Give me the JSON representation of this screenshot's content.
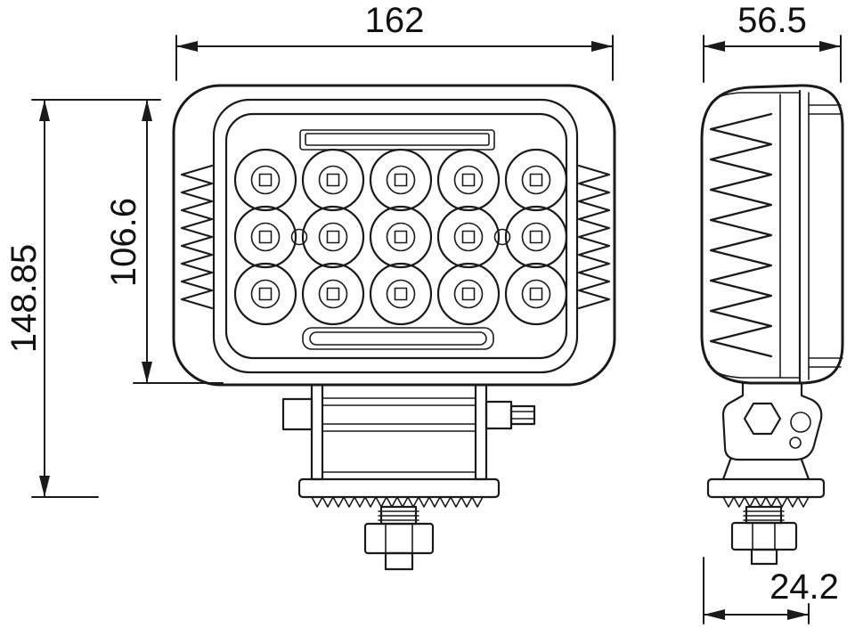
{
  "dimensions": {
    "width": "162",
    "depth": "56.5",
    "overall_height": "148.85",
    "housing_height": "106.6",
    "bracket_offset": "24.2"
  },
  "front_view": {
    "led_grid": {
      "rows": 3,
      "columns": 5,
      "total_leds": 15
    }
  },
  "colors": {
    "line": "#1a1a1a",
    "background": "#ffffff"
  }
}
